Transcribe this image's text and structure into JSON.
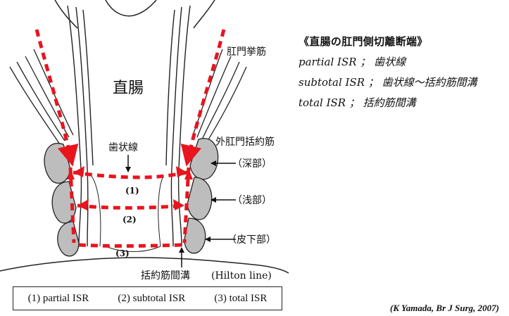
{
  "anatomy_labels": {
    "rectum": "直腸",
    "levator_ani": "肛門挙筋",
    "dentate_line": "歯状線",
    "external_sphincter": "外肛門括約筋",
    "deep_part": "（深部）",
    "superficial_part": "（浅部）",
    "subcutaneous_part": "（皮下部）",
    "intersphincteric_groove": "括約筋間溝",
    "hilton_line": "(Hilton line)"
  },
  "section_markers": [
    "(1)",
    "(2)",
    "(3)"
  ],
  "definitions": {
    "title": "《直腸の肛門側切離断端》",
    "items": [
      {
        "term": "partial ISR",
        "desc": "歯状線"
      },
      {
        "term": "subtotal ISR",
        "desc": "歯状線～括約筋間溝"
      },
      {
        "term": "total ISR",
        "desc": "括約筋間溝"
      }
    ]
  },
  "legend": [
    "(1) partial ISR",
    "(2) subtotal ISR",
    "(3) total ISR"
  ],
  "citation": "(K Yamada, Br J Surg, 2007)",
  "colors": {
    "cut_line": "#e8141e",
    "ink": "#222222"
  }
}
